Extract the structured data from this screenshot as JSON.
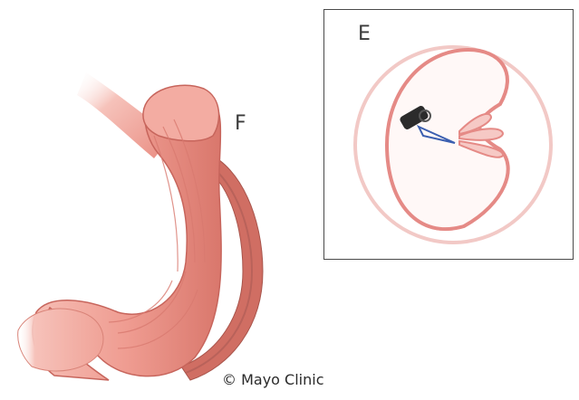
{
  "figure": {
    "stomach_label": "F",
    "inset_label": "E",
    "copyright": "© Mayo Clinic"
  },
  "colors": {
    "tissue_light": "#f4b6ae",
    "tissue_mid": "#e98b80",
    "tissue_dark": "#c7655c",
    "inset_outline": "#e58a86",
    "inset_fill": "#fff8f7",
    "endoscope": "#2b2b2b",
    "suture": "#3b5fb0"
  }
}
